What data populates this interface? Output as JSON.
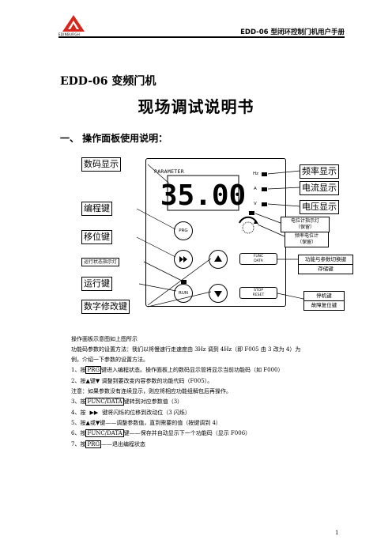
{
  "header": {
    "brand": "EDINBURGH",
    "title": "EDD-06 型闭环控制门机用户手册"
  },
  "doc_title": "EDD-06 变频门机",
  "main_title": "现场调试说明书",
  "section_1": "一、 操作面板使用说明：",
  "diagram": {
    "param_label": "PARAMETER",
    "display_value": "35.00",
    "units": {
      "hz": "Hz",
      "a": "A",
      "v": "V"
    },
    "buttons": {
      "prg": "PRG",
      "run": "RUN",
      "func": "FUNC",
      "data": "DATA",
      "stop": "STOP",
      "reset": "RESET"
    },
    "left_labels": [
      "数码显示",
      "编程键",
      "移位键",
      "运行状态指示灯",
      "运行键",
      "数字修改键"
    ],
    "right_labels": {
      "freq": "频率显示",
      "current": "电流显示",
      "voltage": "电压显示",
      "pot_ind": "电位计指示灯",
      "pot_ind_note": "（保留）",
      "freq_pot": "频率电位计",
      "freq_pot_note": "（保留）",
      "func_switch": "功能与参数切换键",
      "store": "存储键",
      "stop": "停机键",
      "reset": "故障复位键"
    }
  },
  "body": {
    "l1": "操作面板示意图如上图所示",
    "l2": "功能码参数的设置方法：我们以将慢速行走速度由 3Hz 调到 4Hz（即 F005 由 3 改为 4）为",
    "l3": "例，介绍一下参数的设置方法。",
    "l4_pre": "1、按",
    "l4_key": "PRG",
    "l4_post": "键进入编程状态。操作面板上的数码显示管将显示当前功能码（如 F000）",
    "l5": "2、按▲键▼ 调整到要改变内容参数的功能代码（F005）。",
    "l6": "注意：如果参数没有连续显示，则应将相应功能组解包后再操作。",
    "l7_pre": "3、按",
    "l7_key": "FUNC/DATA",
    "l7_post": "键转到对应参数值（3）",
    "l8_pre": "4、按",
    "l8_key": "▶▶",
    "l8_post": "键将闪烁的位移到改动位（3 闪烁）",
    "l9": "5、按▲或▼键——调整参数值，直到需要的值（按键调到 4）",
    "l10_pre": "6、按",
    "l10_key": "FUNC/DATA",
    "l10_post": "键——保存并自动显示下一个功能码（显示 F006）",
    "l11_pre": "7、按",
    "l11_key": "PRG",
    "l11_post": "——退出编程状态"
  },
  "page_number": "1",
  "colors": {
    "logo_red": "#d9261c"
  }
}
